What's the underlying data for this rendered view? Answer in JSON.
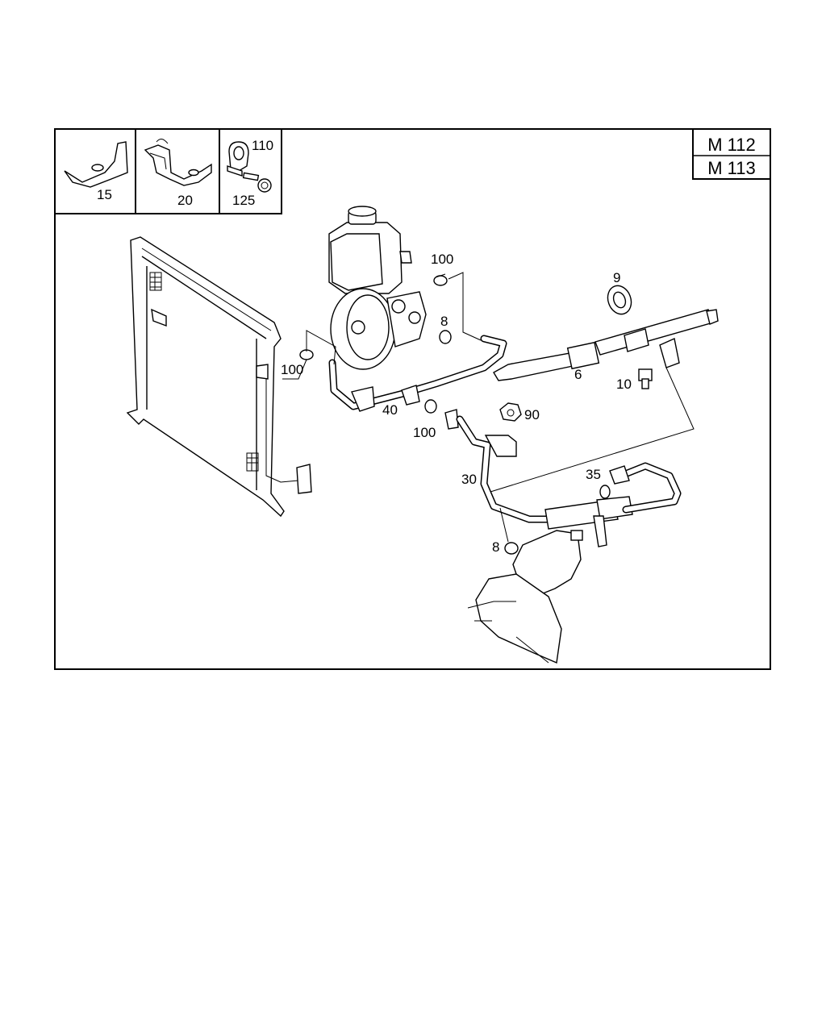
{
  "engine_codes": [
    "M 112",
    "M 113"
  ],
  "inset_labels": {
    "bracket_a": "15",
    "bracket_b": "20",
    "clip": "110",
    "bolt": "125"
  },
  "callouts": {
    "clamp_top": "100",
    "clamp_left": "100",
    "clamp_mid": "100",
    "oring_top": "8",
    "oring_bottom": "8",
    "seal_ring": "9",
    "pressure_hose": "6",
    "banjo_bolt": "10",
    "nut": "90",
    "return_line": "40",
    "pressure_line": "30",
    "oring_35": "35"
  }
}
